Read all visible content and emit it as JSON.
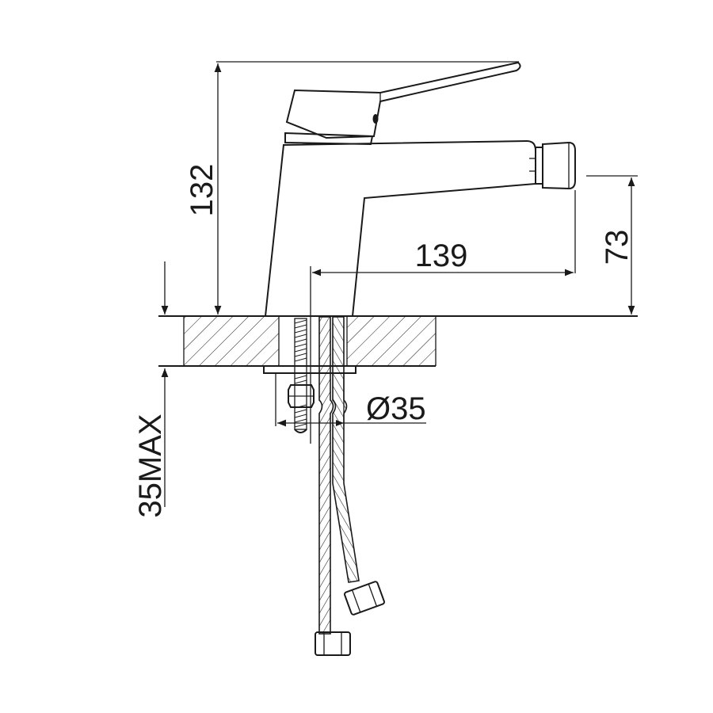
{
  "drawing": {
    "subject": "",
    "dimensions": {
      "overall_height": "132",
      "spout_height": "73",
      "spout_reach": "139",
      "hole_diameter": "Ø35",
      "max_deck_thickness": "35MAX"
    }
  }
}
